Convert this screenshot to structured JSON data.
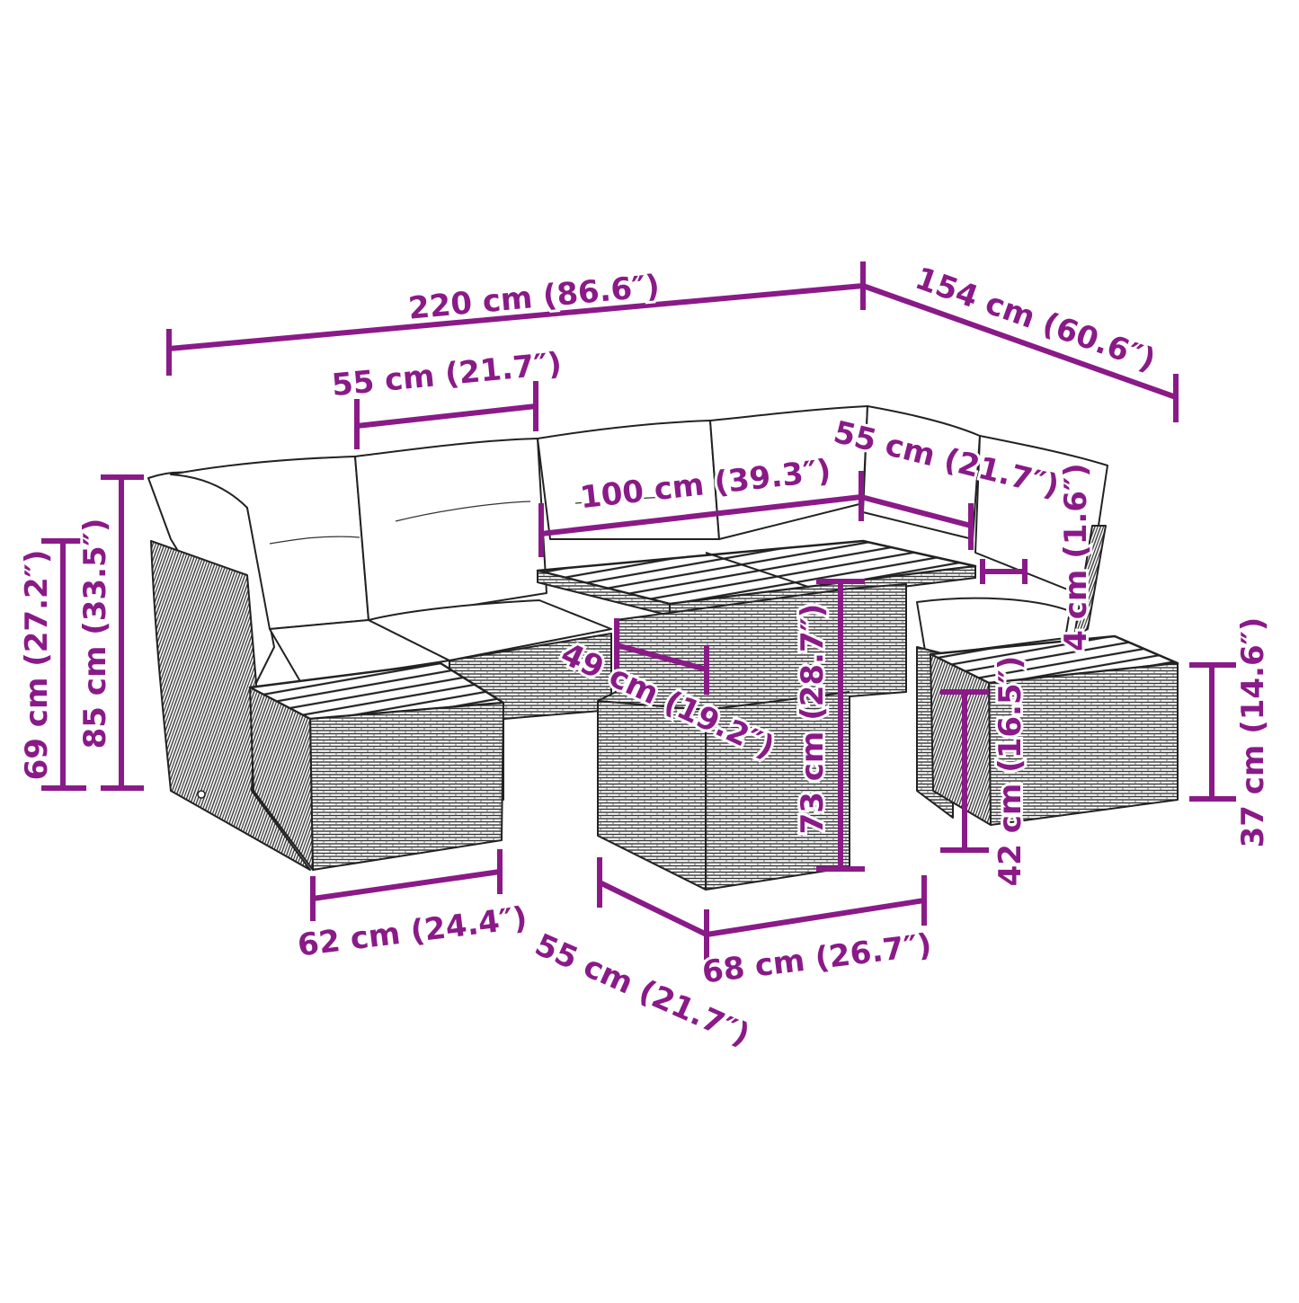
{
  "diagram": {
    "subject": "7-piece rattan garden sofa set with dining table (line drawing with dimensions)",
    "accent_color": "#8a1a88",
    "line_color": "#222222",
    "background": "#ffffff"
  },
  "dimensions": {
    "overall_width": "220 cm (86.6″)",
    "overall_depth": "154 cm (60.6″)",
    "seat_module_width_back": "55 cm (21.7″)",
    "table_width": "100 cm (39.3″)",
    "table_depth_top": "55 cm (21.7″)",
    "tabletop_thickness": "4 cm (1.6″)",
    "armrest_height": "69 cm (27.2″)",
    "backrest_height": "85 cm (33.5″)",
    "table_base_depth": "49 cm (19.2″)",
    "table_height": "73 cm (28.7″)",
    "seat_height": "42 cm (16.5″)",
    "footstool_height": "37 cm (14.6″)",
    "corner_module_width": "62 cm (24.4″)",
    "footstool_depth": "55 cm (21.7″)",
    "footstool_width": "68 cm (26.7″)"
  }
}
